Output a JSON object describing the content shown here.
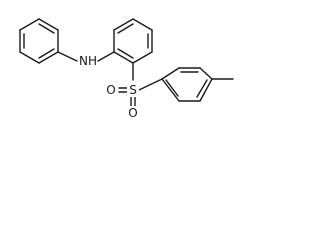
{
  "diagram": {
    "labels": {
      "nh": "NH",
      "s": "S",
      "o_top": "O",
      "o_bottom": "O"
    },
    "colors": {
      "bond": "#1a1a1a",
      "background": "#ffffff"
    }
  }
}
